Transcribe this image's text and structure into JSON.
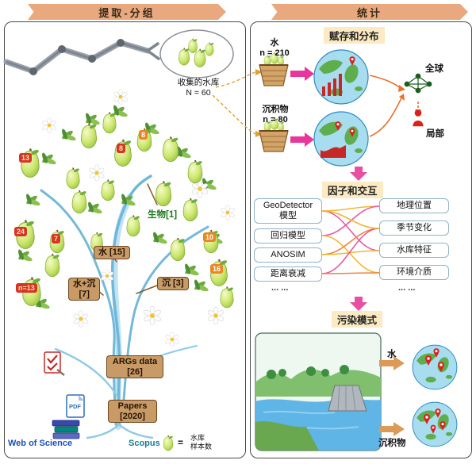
{
  "left": {
    "header": "提取-分组",
    "collected": "收集的水库\nN = 60",
    "tree": {
      "water": "水 [15]",
      "water_sed": "水+沉\n[7]",
      "sed": "沉 [3]",
      "bio": "生物[1]"
    },
    "fruits": [
      "13",
      "8",
      "8",
      "24",
      "7",
      "n=13",
      "16",
      "10"
    ],
    "args": "ARGs data\n[26]",
    "papers": "Papers\n[2020]",
    "source_wos": "Web of Science",
    "source_scopus": "Scopus",
    "legend_eq": "=",
    "legend_label": "水库\n样本数",
    "pdf": "PDF"
  },
  "right": {
    "header": "统计",
    "occurrence": {
      "title": "赋存和分布",
      "water": "水\nn = 210",
      "sediment": "沉积物\nn = 80",
      "global": "全球",
      "local": "局部"
    },
    "factors": {
      "title": "因子和交互",
      "methods": [
        "GeoDetector\n模型",
        "回归模型",
        "ANOSIM",
        "距离衰减",
        "... ..."
      ],
      "drivers": [
        "地理位置",
        "季节变化",
        "水库特征",
        "环境介质",
        "... ..."
      ]
    },
    "pattern": {
      "title": "污染模式",
      "water": "水",
      "sediment": "沉积物"
    }
  }
}
